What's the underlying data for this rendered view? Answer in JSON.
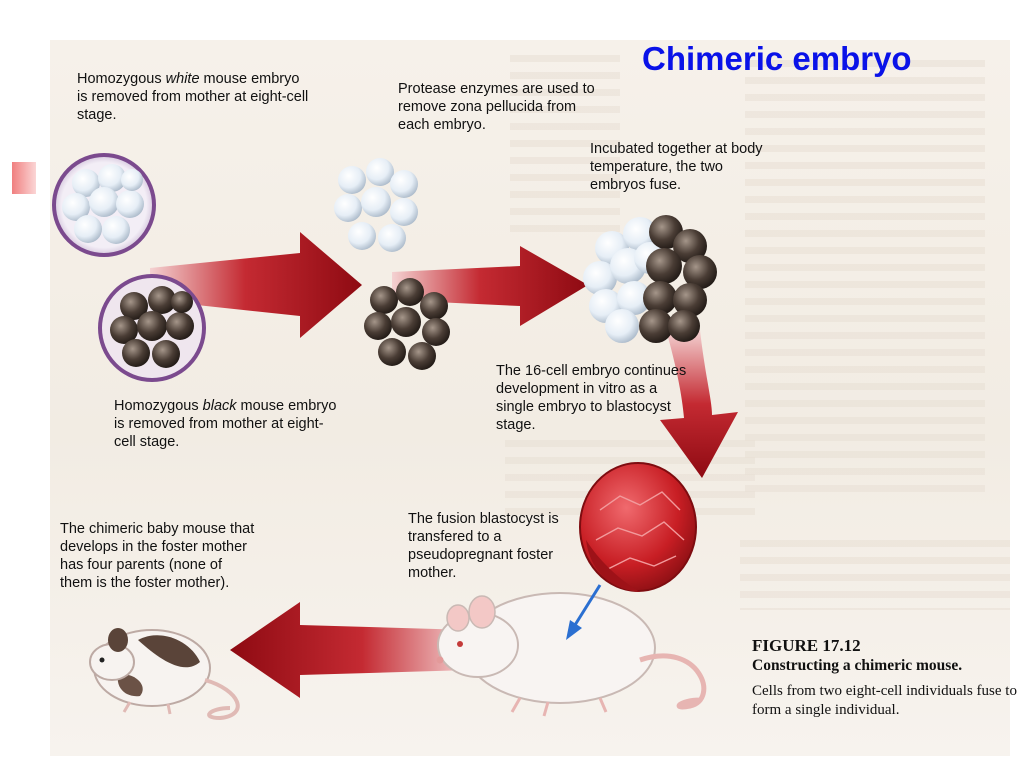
{
  "slide": {
    "title": "Chimeric embryo"
  },
  "labels": {
    "white_embryo": {
      "pre": "Homozygous ",
      "em": "white",
      "post": " mouse embryo is removed from mother at eight-cell stage."
    },
    "protease": "Protease enzymes are used to remove zona pellucida from each embryo.",
    "incubated": "Incubated together at body temperature, the two embryos fuse.",
    "sixteen_cell": "The 16-cell embryo continues development in vitro as a single embryo to blastocyst stage.",
    "black_embryo": {
      "pre": "Homozygous ",
      "em": "black",
      "post": " mouse embryo is removed from mother at eight-cell stage."
    },
    "chimeric_baby": "The chimeric baby mouse that develops in the foster mother has four parents (none of them is the foster mother).",
    "fusion_blastocyst": "The fusion blastocyst is transfered to a pseudopregnant foster mother."
  },
  "figure": {
    "number": "FIGURE 17.12",
    "title": "Constructing a chimeric mouse.",
    "caption": "Cells from two eight-cell individuals fuse to form a single individual."
  },
  "colors": {
    "title": "#0a12e8",
    "arrow_dark": "#8e0a12",
    "arrow_light": "#f4d2d2",
    "white_cell": "#e9f0f7",
    "black_cell": "#4a3d35",
    "zona": "#7b4a8e",
    "blastocyst": "#c81e24",
    "pointer": "#2b6fd1"
  }
}
